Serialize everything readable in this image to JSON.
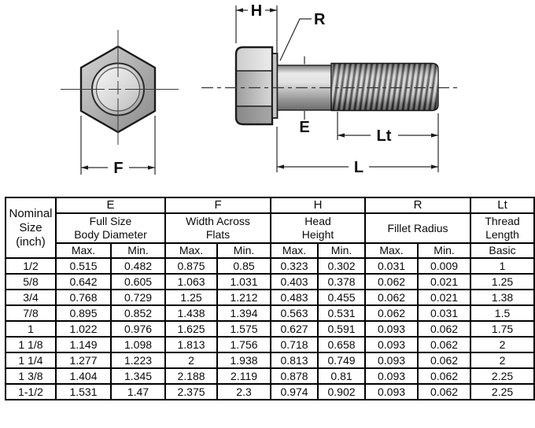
{
  "diagram": {
    "labels": {
      "head_height": "H",
      "fillet_radius": "R",
      "body_diameter": "E",
      "width_across_flats": "F",
      "thread_length": "Lt",
      "overall_length": "L"
    }
  },
  "table": {
    "corner": "Nominal\nSize\n(inch)",
    "groups": [
      {
        "letter": "E",
        "name": "Full Size\nBody Diameter",
        "subcols": [
          "Max.",
          "Min."
        ]
      },
      {
        "letter": "F",
        "name": "Width Across\nFlats",
        "subcols": [
          "Max.",
          "Min."
        ]
      },
      {
        "letter": "H",
        "name": "Head\nHeight",
        "subcols": [
          "Max.",
          "Min."
        ]
      },
      {
        "letter": "R",
        "name": "Fillet Radius",
        "subcols": [
          "Max.",
          "Min."
        ]
      },
      {
        "letter": "Lt",
        "name": "Thread\nLength",
        "subcols": [
          "Basic"
        ]
      }
    ],
    "rows": [
      [
        "1/2",
        "0.515",
        "0.482",
        "0.875",
        "0.85",
        "0.323",
        "0.302",
        "0.031",
        "0.009",
        "1"
      ],
      [
        "5/8",
        "0.642",
        "0.605",
        "1.063",
        "1.031",
        "0.403",
        "0.378",
        "0.062",
        "0.021",
        "1.25"
      ],
      [
        "3/4",
        "0.768",
        "0.729",
        "1.25",
        "1.212",
        "0.483",
        "0.455",
        "0.062",
        "0.021",
        "1.38"
      ],
      [
        "7/8",
        "0.895",
        "0.852",
        "1.438",
        "1.394",
        "0.563",
        "0.531",
        "0.062",
        "0.031",
        "1.5"
      ],
      [
        "1",
        "1.022",
        "0.976",
        "1.625",
        "1.575",
        "0.627",
        "0.591",
        "0.093",
        "0.062",
        "1.75"
      ],
      [
        "1 1/8",
        "1.149",
        "1.098",
        "1.813",
        "1.756",
        "0.718",
        "0.658",
        "0.093",
        "0.062",
        "2"
      ],
      [
        "1 1/4",
        "1.277",
        "1.223",
        "2",
        "1.938",
        "0.813",
        "0.749",
        "0.093",
        "0.062",
        "2"
      ],
      [
        "1 3/8",
        "1.404",
        "1.345",
        "2.188",
        "2.119",
        "0.878",
        "0.81",
        "0.093",
        "0.062",
        "2.25"
      ],
      [
        "1-1/2",
        "1.531",
        "1.47",
        "2.375",
        "2.3",
        "0.974",
        "0.902",
        "0.093",
        "0.062",
        "2.25"
      ]
    ]
  },
  "colors": {
    "outline": "#1b1b1b",
    "dim_line": "#2a2a2a",
    "metal_light": "#ececec",
    "metal_mid": "#b5b5b5",
    "metal_dark": "#8a8a8a",
    "background": "#ffffff"
  }
}
